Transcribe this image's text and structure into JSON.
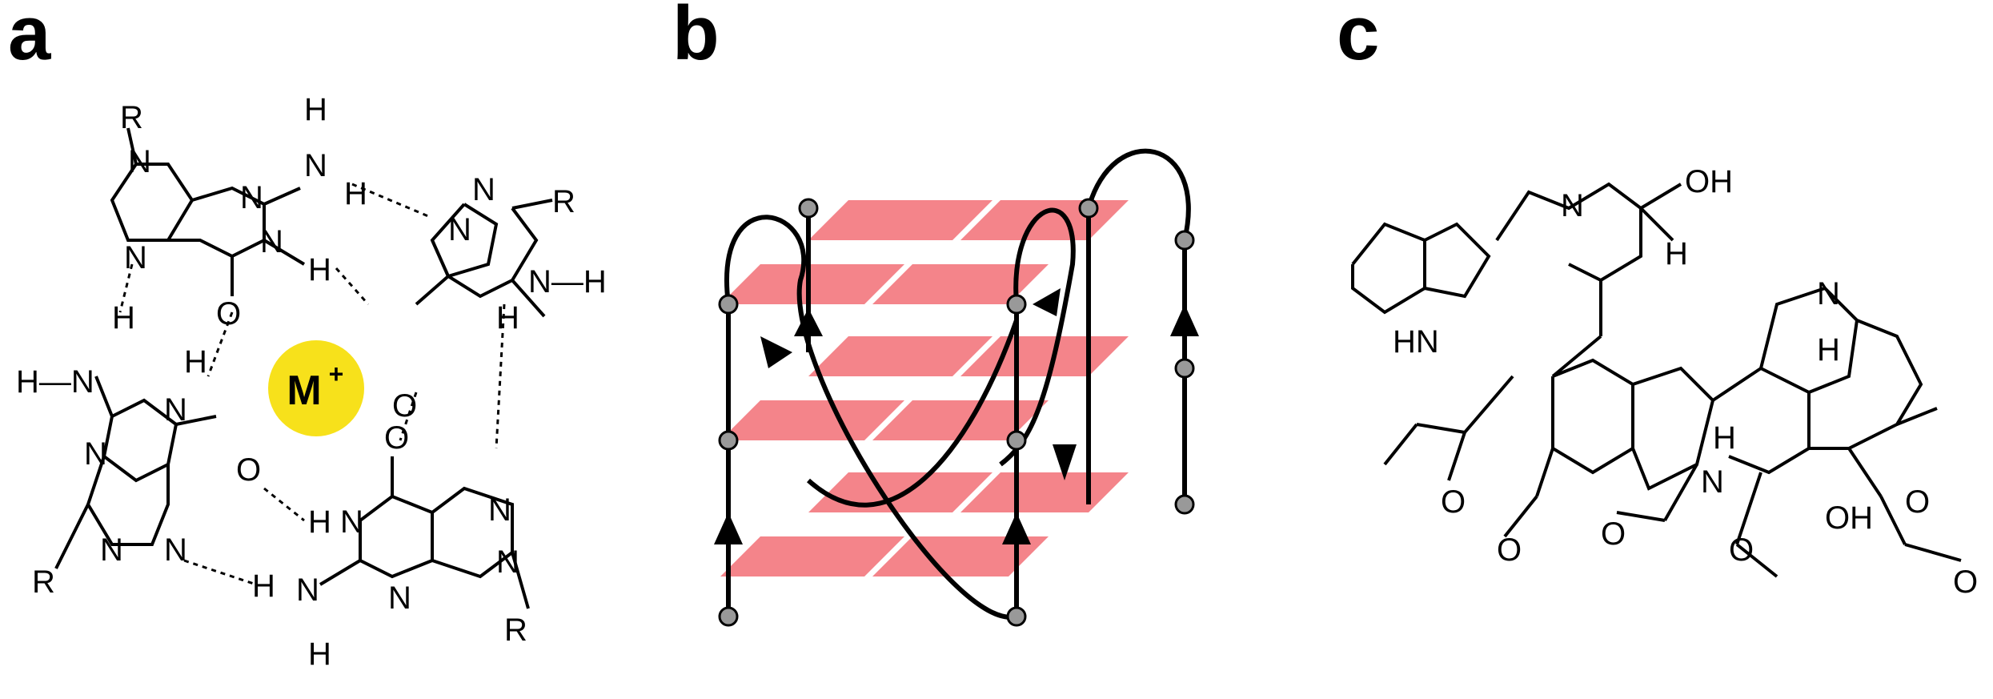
{
  "panels": [
    {
      "letter": "a"
    },
    {
      "letter": "b"
    },
    {
      "letter": "c"
    }
  ],
  "panel_a": {
    "cation_label": "M",
    "cation_charge": "+",
    "cation_color": "#f7e11b",
    "atoms": {
      "R": "R",
      "N": "N",
      "H": "H",
      "O": "O",
      "NH": "N—H",
      "HN": "H—N"
    }
  },
  "panel_b": {
    "tetrad_color": "#f4848a",
    "node_color": "#999999"
  },
  "panel_c": {
    "labels": {
      "OH_top": "OH",
      "N_top": "N",
      "H_mid": "H",
      "N_right": "N",
      "HN": "HN",
      "H_right": "H",
      "H_left": "H",
      "N_lower": "N",
      "OH_bottom": "OH",
      "O": "O"
    }
  }
}
